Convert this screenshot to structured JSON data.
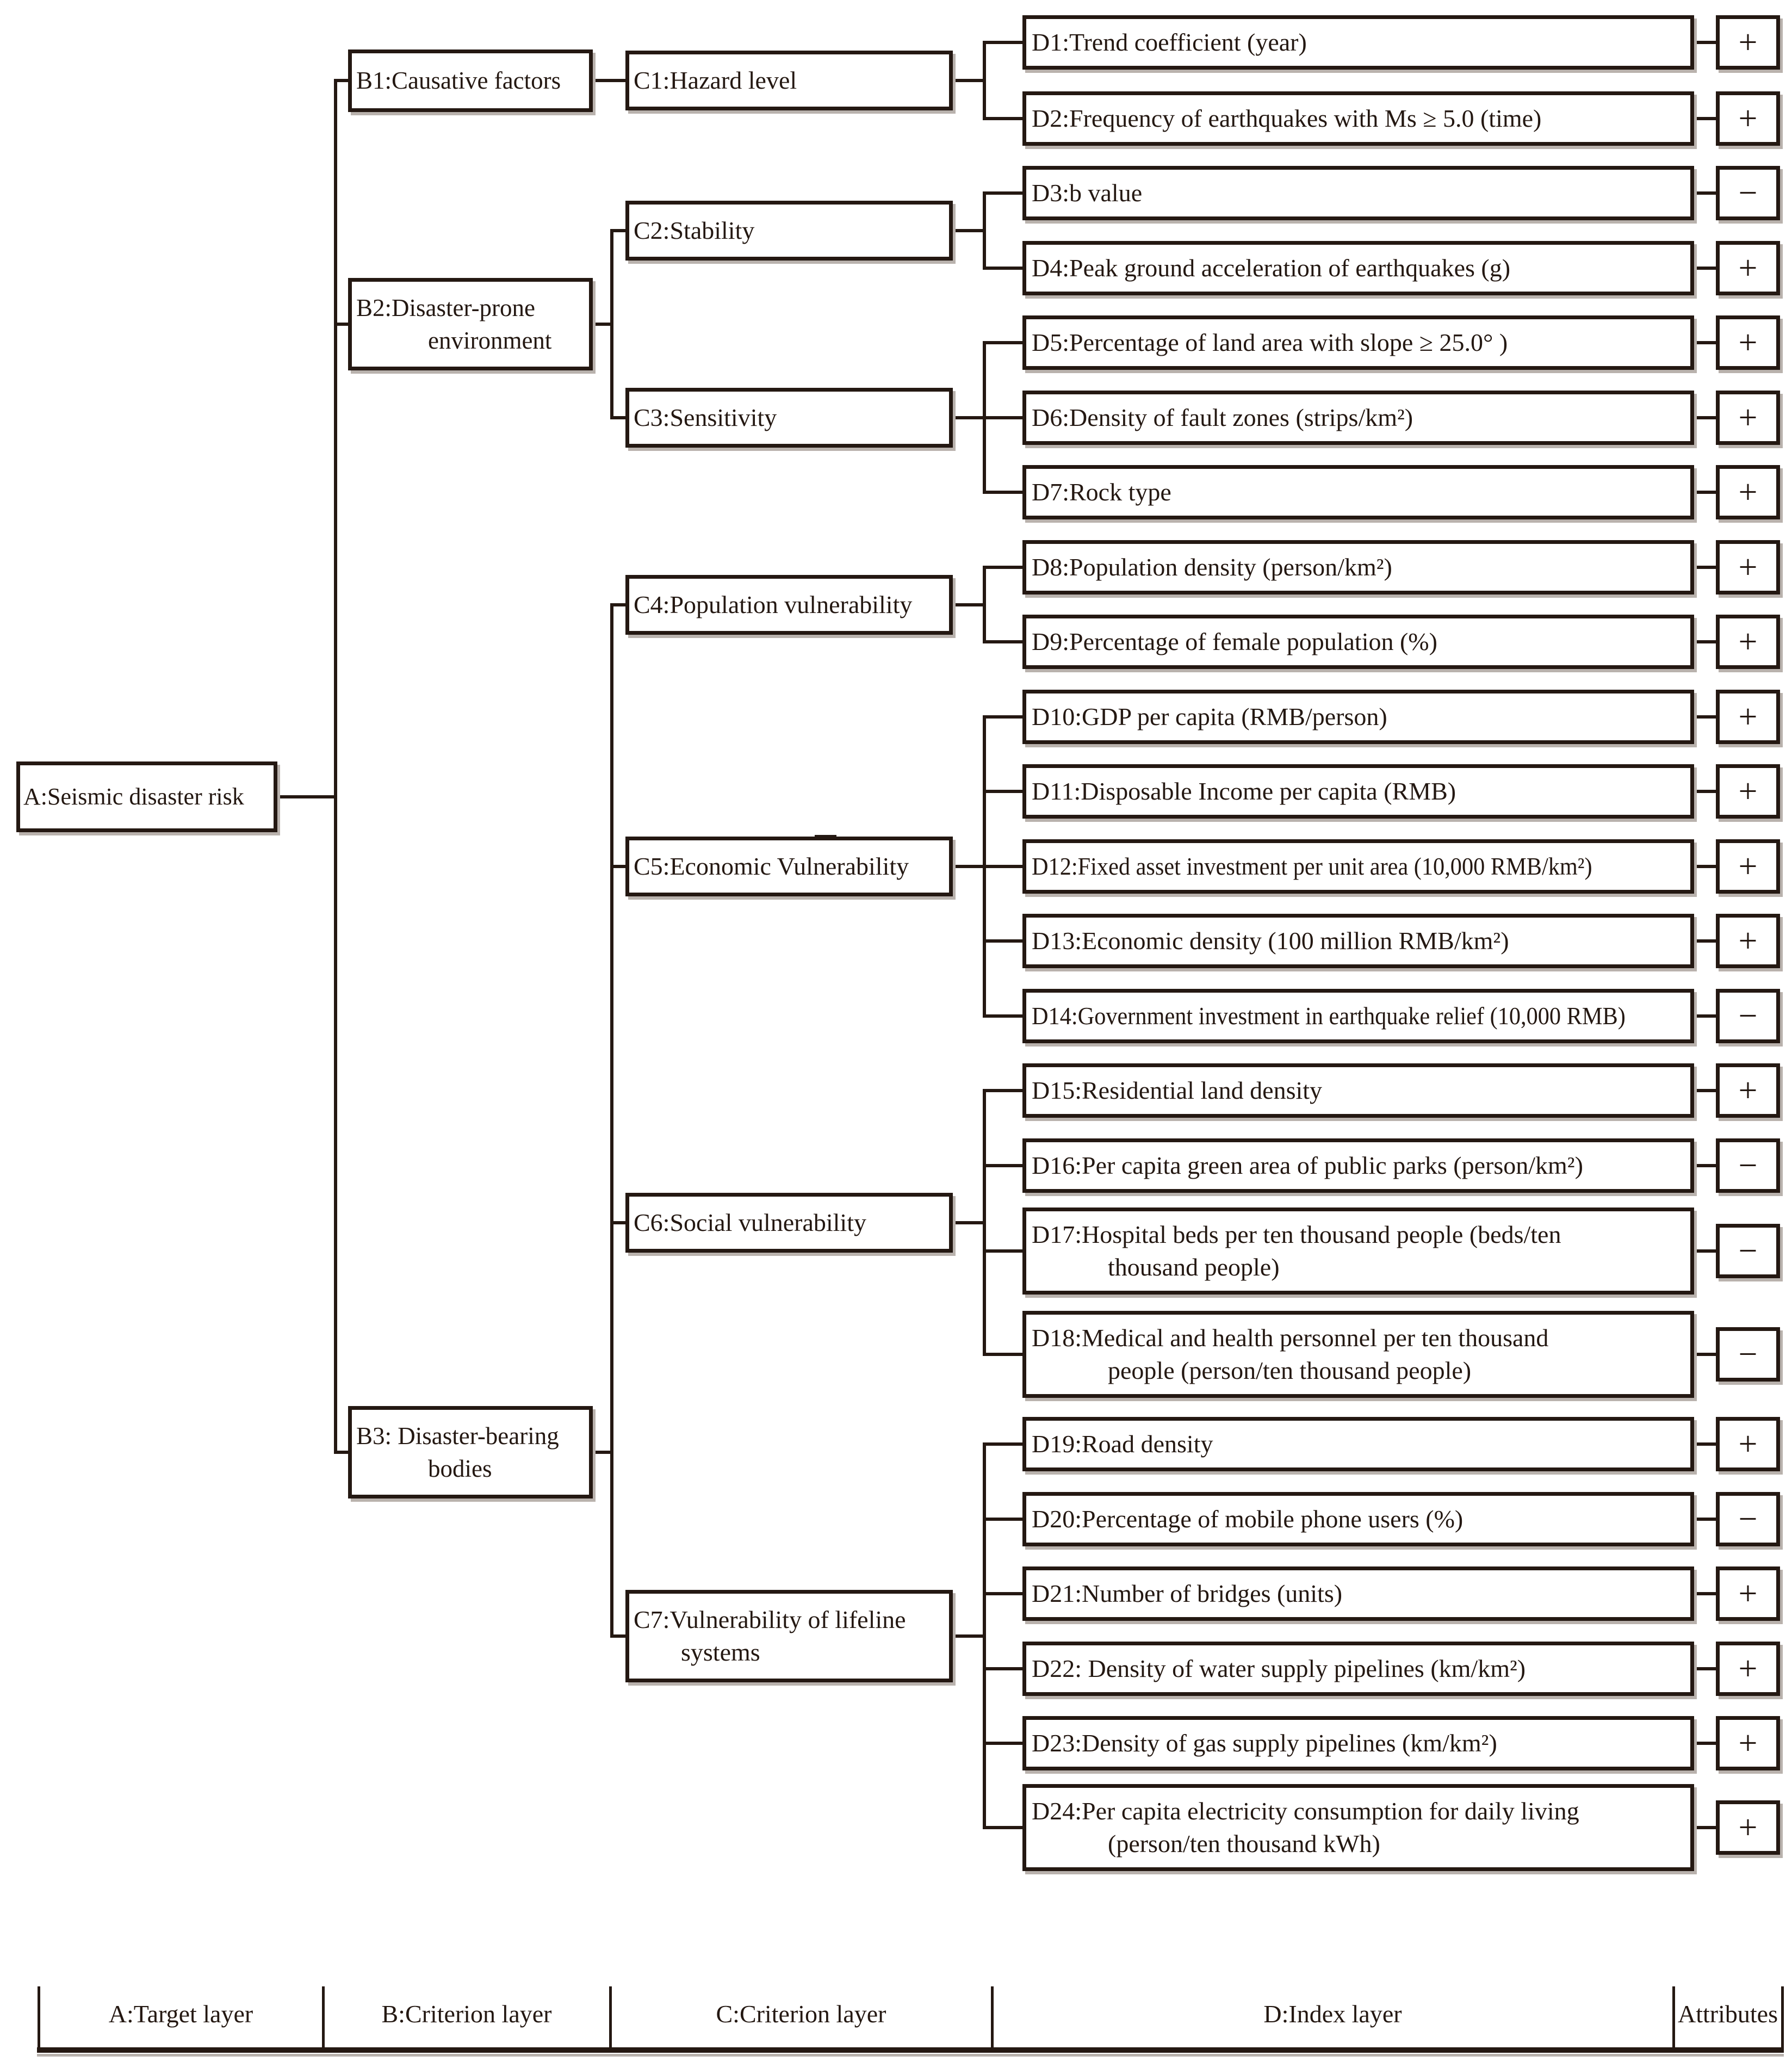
{
  "figure": {
    "a_node": {
      "id": "A",
      "lines": [
        "A:Seismic disaster risk"
      ]
    },
    "b_nodes": [
      {
        "id": "B1",
        "lines": [
          "B1:Causative factors"
        ]
      },
      {
        "id": "B2",
        "lines": [
          "B2:Disaster-prone",
          "environment"
        ]
      },
      {
        "id": "B3",
        "lines": [
          "B3: Disaster-bearing",
          "bodies"
        ]
      }
    ],
    "c_nodes": [
      {
        "id": "C1",
        "parent": "B1",
        "lines": [
          "C1:Hazard level"
        ]
      },
      {
        "id": "C2",
        "parent": "B2",
        "lines": [
          "C2:Stability"
        ]
      },
      {
        "id": "C3",
        "parent": "B2",
        "lines": [
          "C3:Sensitivity"
        ]
      },
      {
        "id": "C4",
        "parent": "B3",
        "lines": [
          "C4:Population vulnerability"
        ]
      },
      {
        "id": "C5",
        "parent": "B3",
        "lines": [
          "C5:Economic Vulnerability"
        ]
      },
      {
        "id": "C6",
        "parent": "B3",
        "lines": [
          "C6:Social vulnerability"
        ]
      },
      {
        "id": "C7",
        "parent": "B3",
        "lines": [
          "C7:Vulnerability of lifeline",
          "systems"
        ]
      }
    ],
    "d_nodes": [
      {
        "id": "D1",
        "parent": "C1",
        "lines": [
          "D1:Trend coefficient (year)"
        ],
        "attribute": "+"
      },
      {
        "id": "D2",
        "parent": "C1",
        "lines": [
          "D2:Frequency of earthquakes with Ms ≥ 5.0 (time)"
        ],
        "attribute": "+"
      },
      {
        "id": "D3",
        "parent": "C2",
        "lines": [
          "D3:b value"
        ],
        "attribute": "−"
      },
      {
        "id": "D4",
        "parent": "C2",
        "lines": [
          "D4:Peak ground acceleration of earthquakes (g)"
        ],
        "attribute": "+"
      },
      {
        "id": "D5",
        "parent": "C3",
        "lines": [
          "D5:Percentage of land area with slope ≥ 25.0° )"
        ],
        "attribute": "+"
      },
      {
        "id": "D6",
        "parent": "C3",
        "lines": [
          "D6:Density of fault zones (strips/km²)"
        ],
        "attribute": "+"
      },
      {
        "id": "D7",
        "parent": "C3",
        "lines": [
          "D7:Rock type"
        ],
        "attribute": "+"
      },
      {
        "id": "D8",
        "parent": "C4",
        "lines": [
          "D8:Population density (person/km²)"
        ],
        "attribute": "+"
      },
      {
        "id": "D9",
        "parent": "C4",
        "lines": [
          "D9:Percentage of female population (%)"
        ],
        "attribute": "+"
      },
      {
        "id": "D10",
        "parent": "C5",
        "lines": [
          "D10:GDP per capita (RMB/person)"
        ],
        "attribute": "+"
      },
      {
        "id": "D11",
        "parent": "C5",
        "lines": [
          "D11:Disposable Income per capita (RMB)"
        ],
        "attribute": "+"
      },
      {
        "id": "D12",
        "parent": "C5",
        "lines": [
          "D12:Fixed asset investment per unit area (10,000 RMB/km²)"
        ],
        "attribute": "+"
      },
      {
        "id": "D13",
        "parent": "C5",
        "lines": [
          "D13:Economic density (100 million RMB/km²)"
        ],
        "attribute": "+"
      },
      {
        "id": "D14",
        "parent": "C5",
        "lines": [
          "D14:Government investment in earthquake relief (10,000 RMB)"
        ],
        "attribute": "−"
      },
      {
        "id": "D15",
        "parent": "C6",
        "lines": [
          "D15:Residential land density"
        ],
        "attribute": "+"
      },
      {
        "id": "D16",
        "parent": "C6",
        "lines": [
          "D16:Per capita green area of public parks (person/km²)"
        ],
        "attribute": "−"
      },
      {
        "id": "D17",
        "parent": "C6",
        "lines": [
          "D17:Hospital beds per ten thousand people (beds/ten",
          "thousand people)"
        ],
        "attribute": "−"
      },
      {
        "id": "D18",
        "parent": "C6",
        "lines": [
          "D18:Medical and health personnel per ten thousand",
          "people (person/ten thousand people)"
        ],
        "attribute": "−"
      },
      {
        "id": "D19",
        "parent": "C7",
        "lines": [
          "D19:Road density"
        ],
        "attribute": "+"
      },
      {
        "id": "D20",
        "parent": "C7",
        "lines": [
          "D20:Percentage of mobile phone users (%)"
        ],
        "attribute": "−"
      },
      {
        "id": "D21",
        "parent": "C7",
        "lines": [
          "D21:Number of bridges (units)"
        ],
        "attribute": "+"
      },
      {
        "id": "D22",
        "parent": "C7",
        "lines": [
          "D22: Density of water supply pipelines (km/km²)"
        ],
        "attribute": "+"
      },
      {
        "id": "D23",
        "parent": "C7",
        "lines": [
          "D23:Density of gas supply pipelines (km/km²)"
        ],
        "attribute": "+"
      },
      {
        "id": "D24",
        "parent": "C7",
        "lines": [
          "D24:Per capita electricity consumption for daily living",
          "(person/ten thousand kWh)"
        ],
        "attribute": "+"
      }
    ],
    "legend": {
      "columns": [
        "A:Target layer",
        "B:Criterion layer",
        "C:Criterion layer",
        "D:Index layer",
        "Attributes"
      ]
    },
    "colors": {
      "ink": "#241812",
      "box_shadow": "#b9b2ad",
      "background": "#ffffff"
    }
  }
}
